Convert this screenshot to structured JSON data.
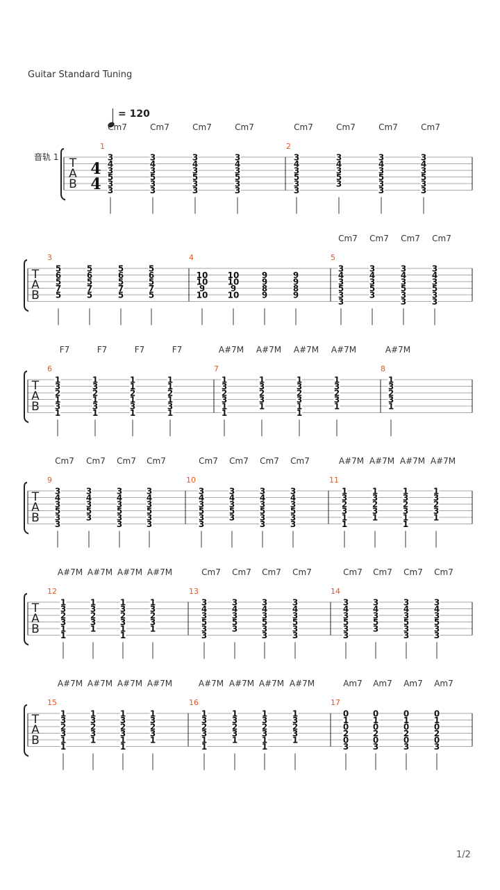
{
  "header": {
    "tuning": "Guitar Standard Tuning",
    "tempo": "= 120",
    "track_label": "音轨 1",
    "time_signature": {
      "top": "4",
      "bottom": "4"
    },
    "tab_letters": [
      "T",
      "A",
      "B"
    ]
  },
  "footer": {
    "page": "1/2"
  },
  "colors": {
    "measure_number": "#e8541c",
    "staff_line": "#888888"
  },
  "measures": [
    {
      "num": "1",
      "chords": [
        "Cm7",
        "Cm7",
        "Cm7",
        "Cm7"
      ],
      "beats": [
        [
          "3",
          "4",
          "3",
          "5",
          "3",
          "3"
        ],
        [
          "3",
          "4",
          "3",
          "5",
          "3",
          "3"
        ],
        [
          "3",
          "4",
          "3",
          "5",
          "3",
          "3"
        ],
        [
          "3",
          "4",
          "3",
          "5",
          "3",
          "3"
        ]
      ]
    },
    {
      "num": "2",
      "chords": [
        "Cm7",
        "Cm7",
        "Cm7",
        "Cm7"
      ],
      "beats": [
        [
          "3",
          "4",
          "3",
          "5",
          "3",
          "3"
        ],
        [
          "3",
          "4",
          "3",
          "5",
          "3",
          ""
        ],
        [
          "3",
          "4",
          "3",
          "5",
          "3",
          "3"
        ],
        [
          "3",
          "4",
          "3",
          "5",
          "3",
          "3"
        ]
      ]
    },
    {
      "num": "3",
      "chords": [
        "",
        "",
        "",
        ""
      ],
      "beats": [
        [
          "5",
          "6",
          "5",
          "7",
          "5",
          ""
        ],
        [
          "5",
          "6",
          "5",
          "7",
          "5",
          ""
        ],
        [
          "5",
          "6",
          "5",
          "7",
          "5",
          ""
        ],
        [
          "5",
          "6",
          "5",
          "7",
          "5",
          ""
        ]
      ]
    },
    {
      "num": "4",
      "chords": [
        "",
        "",
        "",
        ""
      ],
      "beats": [
        [
          "",
          "10",
          "10",
          "9",
          "10",
          ""
        ],
        [
          "",
          "10",
          "10",
          "9",
          "10",
          ""
        ],
        [
          "",
          "9",
          "9",
          "8",
          "9",
          ""
        ],
        [
          "",
          "9",
          "9",
          "8",
          "9",
          ""
        ]
      ]
    },
    {
      "num": "5",
      "chords": [
        "Cm7",
        "Cm7",
        "Cm7",
        "Cm7"
      ],
      "beats": [
        [
          "3",
          "4",
          "3",
          "5",
          "3",
          "3"
        ],
        [
          "3",
          "4",
          "3",
          "5",
          "3",
          ""
        ],
        [
          "3",
          "4",
          "3",
          "5",
          "3",
          "3"
        ],
        [
          "3",
          "4",
          "3",
          "5",
          "3",
          "3"
        ]
      ]
    },
    {
      "num": "6",
      "chords": [
        "F7",
        "F7",
        "F7",
        "F7"
      ],
      "beats": [
        [
          "1",
          "3",
          "2",
          "1",
          "3",
          "1"
        ],
        [
          "1",
          "3",
          "2",
          "1",
          "3",
          "1"
        ],
        [
          "1",
          "1",
          "2",
          "1",
          "3",
          "1"
        ],
        [
          "1",
          "1",
          "2",
          "1",
          "3",
          "1"
        ]
      ]
    },
    {
      "num": "7",
      "chords": [
        "A#7M",
        "A#7M",
        "A#7M",
        "A#7M"
      ],
      "beats": [
        [
          "1",
          "3",
          "2",
          "3",
          "1",
          "1"
        ],
        [
          "1",
          "3",
          "2",
          "3",
          "1",
          ""
        ],
        [
          "1",
          "3",
          "2",
          "3",
          "1",
          "1"
        ],
        [
          "1",
          "3",
          "2",
          "3",
          "1",
          ""
        ]
      ]
    },
    {
      "num": "8",
      "chords": [
        "A#7M"
      ],
      "beats": [
        [
          "1",
          "3",
          "2",
          "3",
          "1",
          ""
        ]
      ]
    },
    {
      "num": "9",
      "chords": [
        "Cm7",
        "Cm7",
        "Cm7",
        "Cm7"
      ],
      "beats": [
        [
          "3",
          "4",
          "3",
          "5",
          "3",
          "3"
        ],
        [
          "3",
          "4",
          "3",
          "5",
          "3",
          ""
        ],
        [
          "3",
          "4",
          "3",
          "5",
          "3",
          "3"
        ],
        [
          "3",
          "4",
          "3",
          "5",
          "3",
          "3"
        ]
      ]
    },
    {
      "num": "10",
      "chords": [
        "Cm7",
        "Cm7",
        "Cm7",
        "Cm7"
      ],
      "beats": [
        [
          "3",
          "4",
          "3",
          "5",
          "3",
          "3"
        ],
        [
          "3",
          "4",
          "3",
          "5",
          "3",
          ""
        ],
        [
          "3",
          "4",
          "3",
          "5",
          "3",
          "3"
        ],
        [
          "3",
          "4",
          "3",
          "5",
          "3",
          "3"
        ]
      ]
    },
    {
      "num": "11",
      "chords": [
        "A#7M",
        "A#7M",
        "A#7M",
        "A#7M"
      ],
      "beats": [
        [
          "1",
          "3",
          "2",
          "3",
          "1",
          "1"
        ],
        [
          "1",
          "3",
          "2",
          "3",
          "1",
          ""
        ],
        [
          "1",
          "3",
          "2",
          "3",
          "1",
          "1"
        ],
        [
          "1",
          "3",
          "2",
          "3",
          "1",
          ""
        ]
      ]
    },
    {
      "num": "12",
      "chords": [
        "A#7M",
        "A#7M",
        "A#7M",
        "A#7M"
      ],
      "beats": [
        [
          "1",
          "3",
          "2",
          "3",
          "1",
          "1"
        ],
        [
          "1",
          "3",
          "2",
          "3",
          "1",
          ""
        ],
        [
          "1",
          "3",
          "2",
          "3",
          "1",
          "1"
        ],
        [
          "1",
          "3",
          "2",
          "3",
          "1",
          ""
        ]
      ]
    },
    {
      "num": "13",
      "chords": [
        "Cm7",
        "Cm7",
        "Cm7",
        "Cm7"
      ],
      "beats": [
        [
          "3",
          "4",
          "3",
          "5",
          "3",
          "3"
        ],
        [
          "3",
          "4",
          "3",
          "5",
          "3",
          ""
        ],
        [
          "3",
          "4",
          "3",
          "5",
          "3",
          "3"
        ],
        [
          "3",
          "4",
          "3",
          "5",
          "3",
          "3"
        ]
      ]
    },
    {
      "num": "14",
      "chords": [
        "Cm7",
        "Cm7",
        "Cm7",
        "Cm7"
      ],
      "beats": [
        [
          "3",
          "4",
          "3",
          "5",
          "3",
          "3"
        ],
        [
          "3",
          "4",
          "3",
          "5",
          "3",
          ""
        ],
        [
          "3",
          "4",
          "3",
          "5",
          "3",
          "3"
        ],
        [
          "3",
          "4",
          "3",
          "5",
          "3",
          "3"
        ]
      ]
    },
    {
      "num": "15",
      "chords": [
        "A#7M",
        "A#7M",
        "A#7M",
        "A#7M"
      ],
      "beats": [
        [
          "1",
          "3",
          "2",
          "3",
          "1",
          "1"
        ],
        [
          "1",
          "3",
          "2",
          "3",
          "1",
          ""
        ],
        [
          "1",
          "3",
          "2",
          "3",
          "1",
          "1"
        ],
        [
          "1",
          "3",
          "2",
          "3",
          "1",
          ""
        ]
      ]
    },
    {
      "num": "16",
      "chords": [
        "A#7M",
        "A#7M",
        "A#7M",
        "A#7M"
      ],
      "beats": [
        [
          "1",
          "3",
          "2",
          "3",
          "1",
          "1"
        ],
        [
          "1",
          "3",
          "2",
          "3",
          "1",
          ""
        ],
        [
          "1",
          "3",
          "2",
          "3",
          "1",
          "1"
        ],
        [
          "1",
          "3",
          "2",
          "3",
          "1",
          ""
        ]
      ]
    },
    {
      "num": "17",
      "chords": [
        "Am7",
        "Am7",
        "Am7",
        "Am7"
      ],
      "beats": [
        [
          "0",
          "1",
          "0",
          "2",
          "0",
          "3"
        ],
        [
          "0",
          "1",
          "0",
          "2",
          "0",
          "3"
        ],
        [
          "0",
          "1",
          "0",
          "2",
          "0",
          "3"
        ],
        [
          "0",
          "1",
          "0",
          "2",
          "0",
          "3"
        ]
      ]
    }
  ]
}
